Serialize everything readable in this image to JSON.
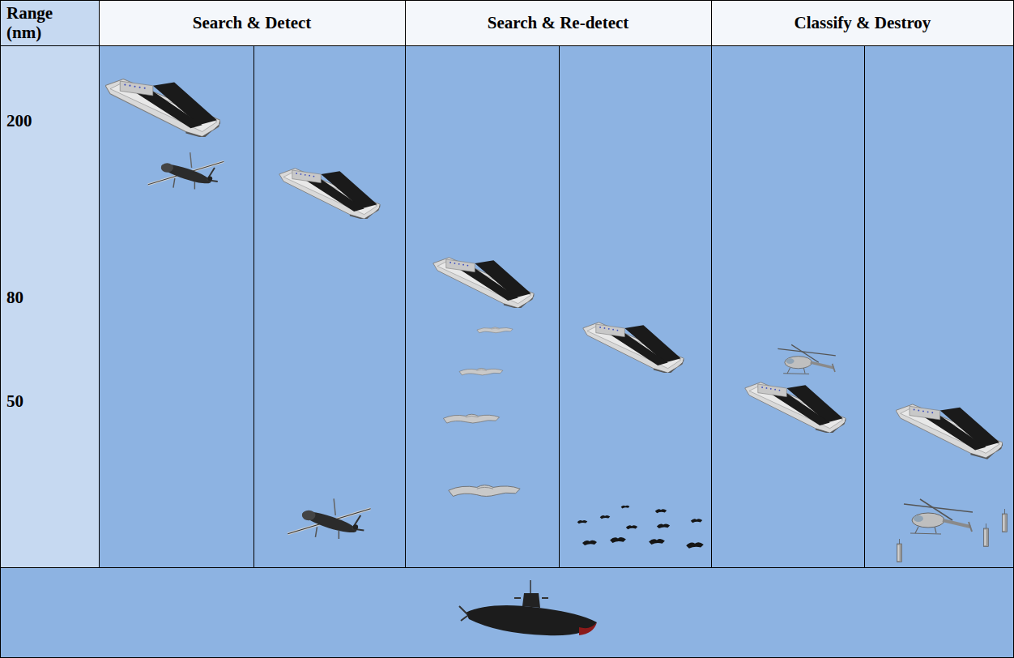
{
  "diagram": {
    "labels": [
      "Range (nm)",
      "Search & Detect",
      "Search & Re-detect",
      "Classify & Destroy",
      "200",
      "80",
      "50"
    ]
  }
}
